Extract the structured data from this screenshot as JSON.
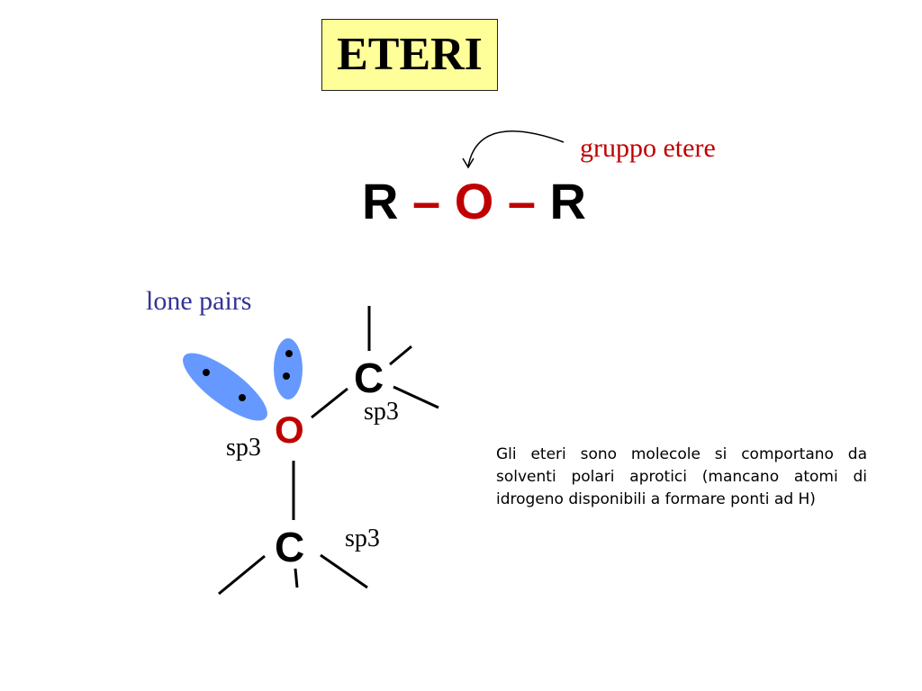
{
  "title": "ETERI",
  "group_label": "gruppo etere",
  "formula": {
    "r_left": "R",
    "dash_left": " – ",
    "oxygen": "O",
    "dash_right": " – ",
    "r_right": "R"
  },
  "lone_pairs_label": "lone pairs",
  "atoms": {
    "carbon_top": "C",
    "oxygen": "O",
    "carbon_bottom": "C"
  },
  "hybridization": {
    "carbon_top": "sp3",
    "oxygen": "sp3",
    "carbon_bottom": "sp3"
  },
  "description": "Gli eteri sono molecole si comportano da solventi polari aprotici (mancano atomi di idrogeno disponibili a formare ponti ad H)",
  "colors": {
    "title_bg": "#ffff99",
    "red": "#c00000",
    "lone_pair_label": "#333399",
    "orbital": "#6699ff"
  }
}
